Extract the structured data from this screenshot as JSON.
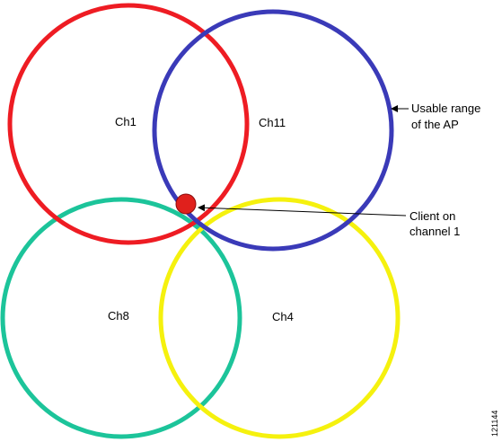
{
  "channels": [
    {
      "id": "ch1",
      "label": "Ch1",
      "color": "#ee1c23"
    },
    {
      "id": "ch11",
      "label": "Ch11",
      "color": "#3a3ab8"
    },
    {
      "id": "ch8",
      "label": "Ch8",
      "color": "#1cc49a"
    },
    {
      "id": "ch4",
      "label": "Ch4",
      "color": "#f5f10e"
    }
  ],
  "client": {
    "color": "#e0201c",
    "stroke": "#8b0d0d"
  },
  "callouts": {
    "range_line1": "Usable range",
    "range_line2": "of the AP",
    "client_line1": "Client on",
    "client_line2": "channel 1"
  },
  "figure_id": "121144"
}
